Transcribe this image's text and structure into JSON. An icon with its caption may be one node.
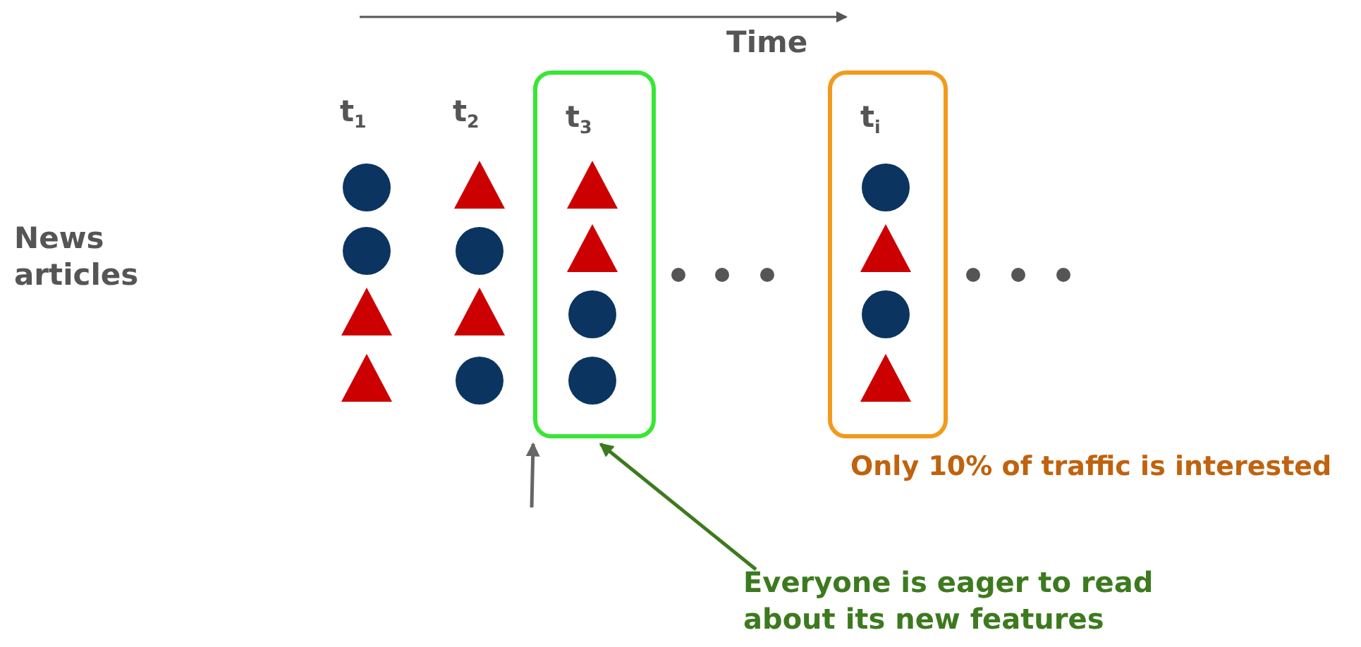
{
  "diagram": {
    "nodes": [
      {
        "text": [
          "t$_{3}$"
        ]
      },
      {
        "text": [
          "t$_{i}$"
        ],
        "beside": [
          "Only 10% of traffic is interested"
        ]
      },
      {
        "text": [
          "Everyone is eager to read about its new features"
        ]
      }
    ],
    "edges": [
      {
        "from": null,
        "to": 0,
        "arrow": "to"
      },
      {
        "from": 2,
        "to": 0,
        "arrow": "to",
        "color": "#3d7a1f"
      }
    ],
    "labels": [
      "Time",
      "t$_{1}$",
      "t$_{2}$",
      "News articles"
    ]
  }
}
